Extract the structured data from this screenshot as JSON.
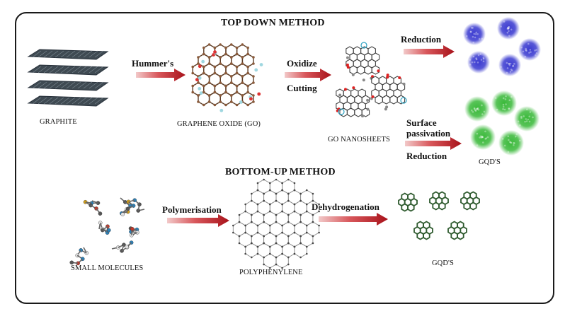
{
  "headings": {
    "top_down": "TOP DOWN METHOD",
    "bottom_up": "BOTTOM-UP METHOD"
  },
  "arrow_labels": {
    "hummers": "Hummer's",
    "oxidize": "Oxidize",
    "cutting": "Cutting",
    "reduction_top": "Reduction",
    "surface": "Surface",
    "passivation": "passivation",
    "reduction_mid": "Reduction",
    "polymerisation": "Polymerisation",
    "dehydrogenation": "Dehydrogenation"
  },
  "captions": {
    "graphite": "GRAPHITE",
    "graphene_oxide": "GRAPHENE OXIDE (GO)",
    "go_nanosheets": "GO NANOSHEETS",
    "gqds_top": "GQD'S",
    "small_molecules": "SMALL MOLECULES",
    "polyphenylene": "POLYPHENYLENE",
    "gqds_bottom": "GQD'S"
  },
  "colors": {
    "arrow": "#b3161d",
    "graphite": "#3f4a52",
    "go_carbon": "#8a5a3a",
    "go_hydrogen": "#9fd7e0",
    "blue_dot": "#3a3ad0",
    "green_dot": "#3ab93a",
    "gqd_dark": "#2e5a2e"
  },
  "icons": {
    "graphite": "graphite-layers-icon",
    "graphene_oxide": "graphene-oxide-molecule-icon",
    "go_nanosheets": "go-nanosheets-icon",
    "blue_dots": "blue-quantum-dots-icon",
    "green_dots": "green-quantum-dots-icon",
    "small_molecules": "small-molecules-icon",
    "polyphenylene": "polyphenylene-network-icon",
    "gqds": "gqd-hexagon-flakes-icon"
  }
}
